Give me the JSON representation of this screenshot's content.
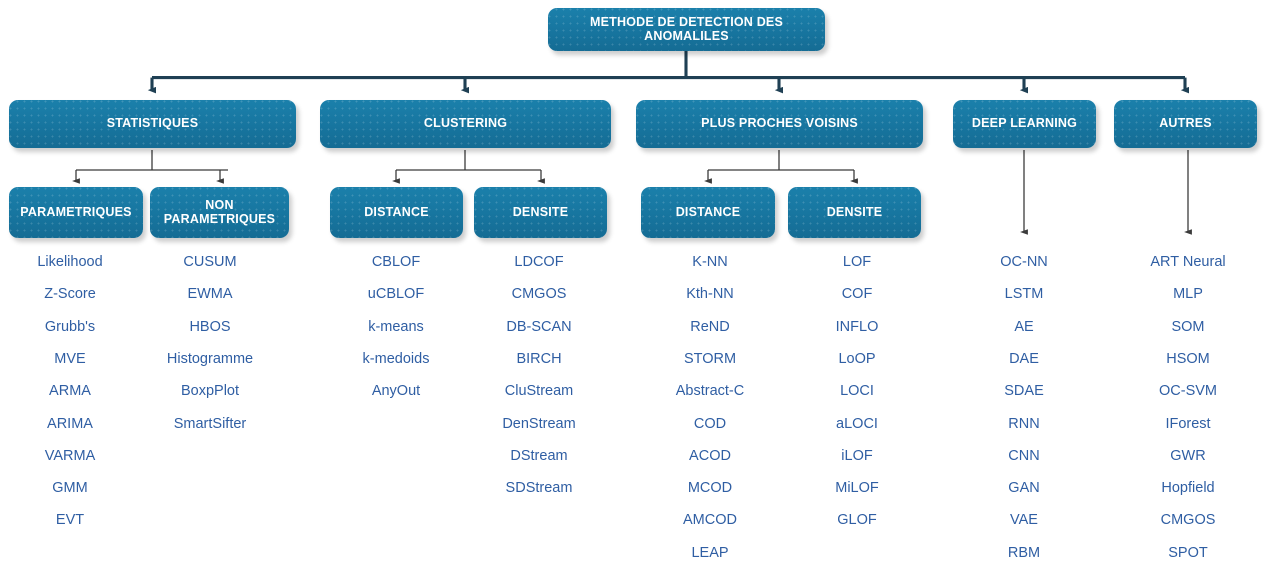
{
  "diagram": {
    "title": "METHODE DE DETECTION DES ANOMALILES",
    "colors": {
      "node_fill": "#17759f",
      "node_text": "#ffffff",
      "leaf_text": "#2f5ea3",
      "trunk_connector": "#1f4054",
      "branch_connector": "#4b4b4b",
      "background": "#ffffff"
    },
    "root": {
      "label": "METHODE DE DETECTION DES ANOMALILES"
    },
    "branches": [
      {
        "label": "STATISTIQUES",
        "children": [
          {
            "label": "PARAMETRIQUES",
            "leaves": [
              "Likelihood",
              "Z-Score",
              "Grubb's",
              "MVE",
              "ARMA",
              "ARIMA",
              "VARMA",
              "GMM",
              "EVT"
            ]
          },
          {
            "label": "NON PARAMETRIQUES",
            "leaves": [
              "CUSUM",
              "EWMA",
              "HBOS",
              "Histogramme",
              "BoxpPlot",
              "SmartSifter"
            ]
          }
        ]
      },
      {
        "label": "CLUSTERING",
        "children": [
          {
            "label": "DISTANCE",
            "leaves": [
              "CBLOF",
              "uCBLOF",
              "k-means",
              "k-medoids",
              "AnyOut"
            ]
          },
          {
            "label": "DENSITE",
            "leaves": [
              "LDCOF",
              "CMGOS",
              "DB-SCAN",
              "BIRCH",
              "CluStream",
              "DenStream",
              "DStream",
              "SDStream"
            ]
          }
        ]
      },
      {
        "label": "PLUS PROCHES VOISINS",
        "children": [
          {
            "label": "DISTANCE",
            "leaves": [
              "K-NN",
              "Kth-NN",
              "ReND",
              "STORM",
              "Abstract-C",
              "COD",
              "ACOD",
              "MCOD",
              "AMCOD",
              "LEAP"
            ]
          },
          {
            "label": "DENSITE",
            "leaves": [
              "LOF",
              "COF",
              "INFLO",
              "LoOP",
              "LOCI",
              "aLOCI",
              "iLOF",
              "MiLOF",
              "GLOF"
            ]
          }
        ]
      },
      {
        "label": "DEEP LEARNING",
        "children": [
          {
            "label": "",
            "leaves": [
              "OC-NN",
              "LSTM",
              "AE",
              "DAE",
              "SDAE",
              "RNN",
              "CNN",
              "GAN",
              "VAE",
              "RBM"
            ]
          }
        ]
      },
      {
        "label": "AUTRES",
        "children": [
          {
            "label": "",
            "leaves": [
              "ART Neural",
              "MLP",
              "SOM",
              "HSOM",
              "OC-SVM",
              "IForest",
              "GWR",
              "Hopfield",
              "CMGOS",
              "SPOT"
            ]
          }
        ]
      }
    ]
  }
}
